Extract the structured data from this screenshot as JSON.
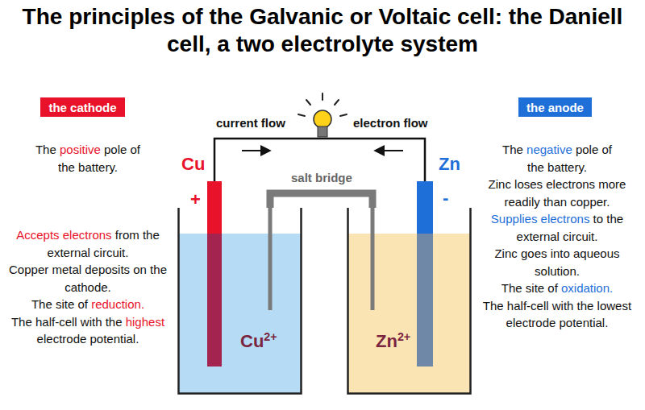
{
  "diagram": {
    "title": "The principles of the Galvanic or Voltaic cell: the Daniell cell, a two electrolyte system",
    "nodes": [
      {
        "text": [
          "the cathode"
        ]
      },
      {
        "text": [
          "the anode"
        ]
      },
      {
        "text": [
          "Cu",
          "+"
        ]
      },
      {
        "text": [
          "Zn",
          "-"
        ]
      },
      {
        "text": [
          "Cu2+"
        ]
      },
      {
        "text": [
          "Zn2+"
        ]
      }
    ],
    "edges": [
      {
        "from": 2,
        "to": 3,
        "arrow": "none"
      },
      {
        "from": 4,
        "to": 5,
        "label": "salt bridge",
        "arrow": "none"
      }
    ],
    "labels": [
      "current flow",
      "electron flow",
      "The",
      "positive",
      "pole of the battery.",
      "Accepts electrons",
      "from the external circuit.",
      "Copper metal deposits on the cathode.",
      "The site of",
      "reduction.",
      "The half-cell with the",
      "highest",
      "electrode potential.",
      "The",
      "negative",
      "pole of the battery.",
      "Zinc loses electrons more readily than copper.",
      "Supplies electrons",
      "to the external circuit.",
      "Zinc goes into aqueous solution.",
      "The site of",
      "oxidation.",
      "The half-cell with the",
      "lowest",
      "electrode potential."
    ]
  }
}
